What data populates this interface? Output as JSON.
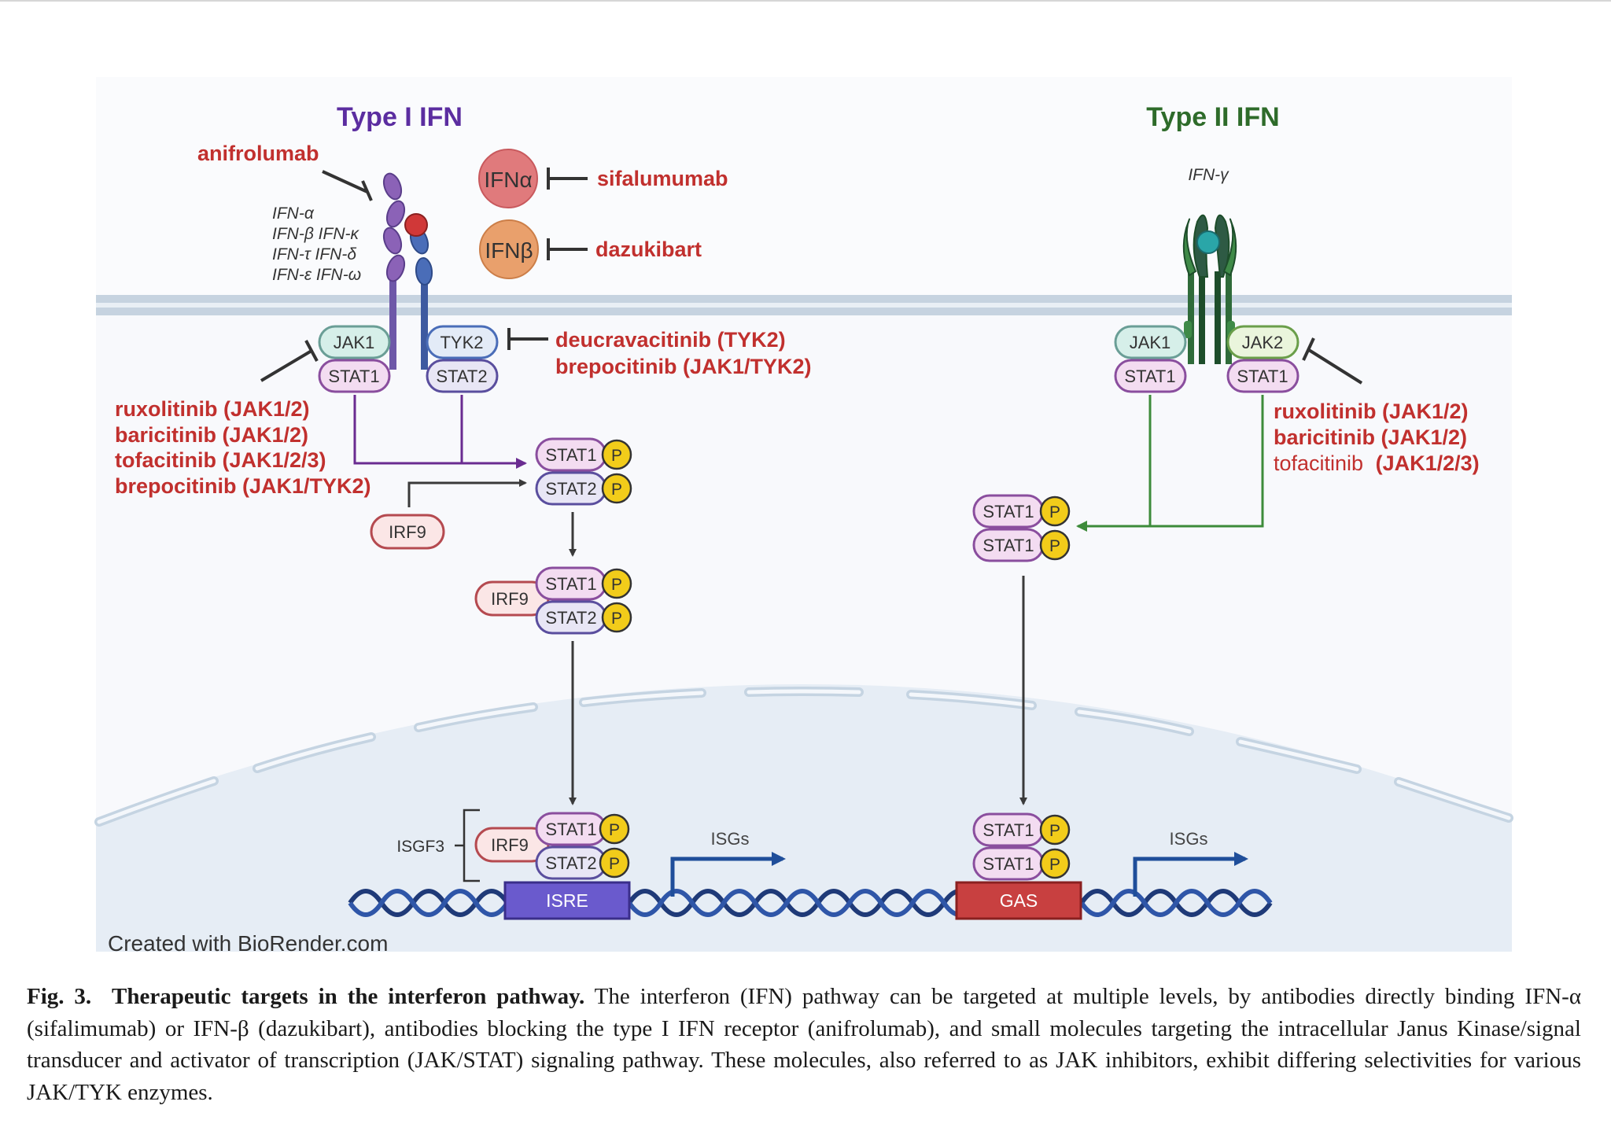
{
  "type1": {
    "title": "Type I IFN",
    "ligands": [
      "IFN-α",
      "IFN-β IFN-κ",
      "IFN-τ IFN-δ",
      "IFN-ε IFN-ω"
    ],
    "ifna": "IFNα",
    "ifnb": "IFNβ",
    "jak1": "JAK1",
    "tyk2": "TYK2",
    "stat1": "STAT1",
    "stat2": "STAT2",
    "irf9": "IRF9",
    "isgf3": "ISGF3",
    "isre": "ISRE",
    "isgs": "ISGs"
  },
  "type2": {
    "title": "Type II IFN",
    "ligand": "IFN-γ",
    "jak1": "JAK1",
    "jak2": "JAK2",
    "stat1": "STAT1",
    "gas": "GAS",
    "isgs": "ISGs"
  },
  "phospho": "P",
  "drugs": {
    "anifrolumab": "anifrolumab",
    "sifalumumab": "sifalumumab",
    "dazukibart": "dazukibart",
    "tyk2_line1": "deucravacitinib (TYK2)",
    "tyk2_line2": "brepocitinib (JAK1/TYK2)",
    "left_jak": [
      "ruxolitinib (JAK1/2)",
      "baricitinib (JAK1/2)",
      "tofacitinib (JAK1/2/3)",
      "brepocitinib (JAK1/TYK2)"
    ],
    "right_jak": [
      "ruxolitinib (JAK1/2)",
      "baricitinib (JAK1/2)"
    ],
    "right_tofa_name": "tofacitinib",
    "right_tofa_sel": "(JAK1/2/3)"
  },
  "credit": "Created with BioRender.com",
  "caption": {
    "label": "Fig. 3.",
    "title": "Therapeutic targets in the interferon pathway.",
    "body": "The interferon (IFN) pathway can be targeted at multiple levels, by antibodies directly binding IFN-α (sifalimumab) or IFN-β (dazukibart), antibodies blocking the type I IFN receptor (anifrolumab), and small molecules targeting the intracellular Janus Kinase/signal transducer and activator of transcription (JAK/STAT) signaling pathway. These molecules, also referred to as JAK inhibitors, exhibit differing selectivities for various JAK/TYK enzymes."
  },
  "colors": {
    "drug_red": "#c1302e",
    "type1_purple": "#5b2da0",
    "type2_green": "#2e6b2a",
    "purple_arrow": "#6a2c91",
    "green_arrow": "#3d8b3a",
    "membrane": "#c6d3e0",
    "nucleus": "#e6edf5",
    "isre": "#6a5acd",
    "gas": "#c84040",
    "phospho": "#f2cc1a"
  }
}
